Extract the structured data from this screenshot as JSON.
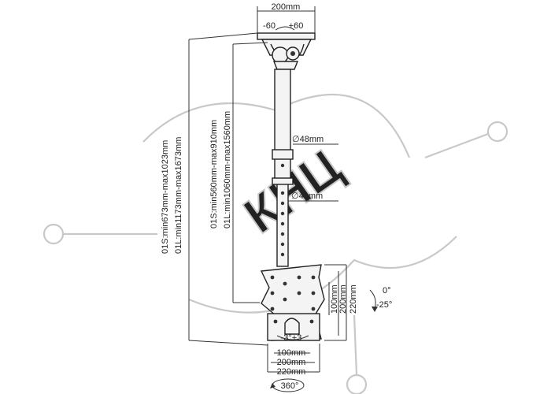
{
  "watermark": {
    "text": "КНЦ"
  },
  "top_bracket": {
    "width_label": "200mm",
    "tilt_left_label": "-60",
    "tilt_right_label": "+60"
  },
  "pole": {
    "outer_diameter_label": "∅48mm",
    "inner_diameter_label": "∅40mm"
  },
  "height_labels": {
    "overall_short": "01S:min673mm-max1023mm",
    "overall_long": "01L:min1173mm-max1673mm",
    "pole_short": "01S:min560mm-max910mm",
    "pole_long": "01L:min1060mm-max1560mm"
  },
  "vesa_plate": {
    "vertical_labels": [
      "100mm",
      "200mm",
      "220mm"
    ],
    "horizontal_labels": [
      "100mm",
      "200mm",
      "220mm"
    ],
    "swivel_label": "-3°+3",
    "tilt_top_label": "0°",
    "tilt_bottom_label": "-25°",
    "rotation_label": "360°"
  },
  "colors": {
    "line": "#222222",
    "watermark": "#c8c8c8"
  }
}
